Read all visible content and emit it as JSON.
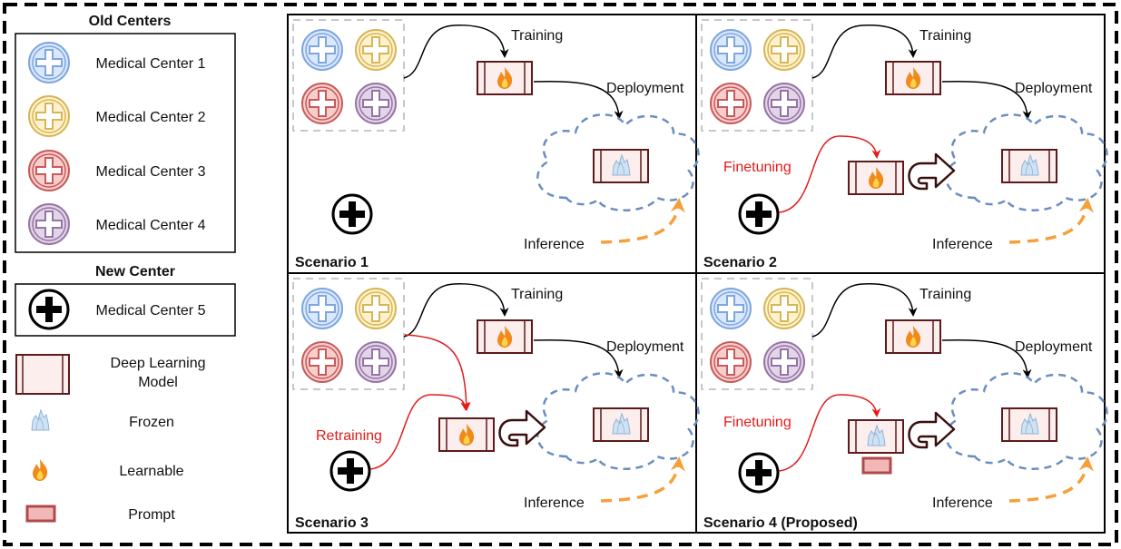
{
  "legend": {
    "old_centers_title": "Old Centers",
    "old_centers": [
      {
        "label": "Medical Center 1",
        "color": "#7ea6e0"
      },
      {
        "label": "Medical Center 2",
        "color": "#e5c96a"
      },
      {
        "label": "Medical Center 3",
        "color": "#e06a6a"
      },
      {
        "label": "Medical Center 4",
        "color": "#b48bd0"
      }
    ],
    "new_center_title": "New Center",
    "new_center_label": "Medical Center 5",
    "model_label_line1": "Deep Learning",
    "model_label_line2": "Model",
    "frozen_label": "Frozen",
    "learnable_label": "Learnable",
    "prompt_label": "Prompt"
  },
  "labels": {
    "training": "Training",
    "deployment": "Deployment",
    "inference": "Inference",
    "finetuning": "Finetuning",
    "retraining": "Retraining"
  },
  "scenarios": [
    {
      "title": "Scenario 1"
    },
    {
      "title": "Scenario 2"
    },
    {
      "title": "Scenario 3"
    },
    {
      "title": "Scenario 4 (Proposed)"
    }
  ],
  "colors": {
    "model_border": "#5c1a1a",
    "model_fill": "#fdeeee",
    "cloud": "#6c8ebf",
    "inference_arrow": "#f5a03a",
    "red_arrow": "#e31a1a",
    "prompt_fill": "#f2b8b8",
    "prompt_border": "#b04a4a",
    "flame": "#f08a1c",
    "ice": "#a9c8e6"
  }
}
